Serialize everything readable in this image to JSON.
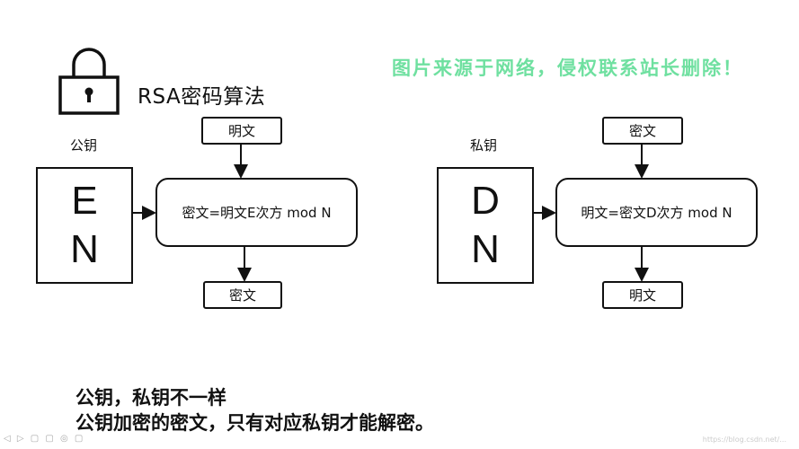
{
  "title": "RSA密码算法",
  "watermark": "图片来源于网络，侵权联系站长删除！",
  "left": {
    "label": "公钥",
    "letters": [
      "E",
      "N"
    ],
    "input": "明文",
    "formula": "密文=明文E次方 mod N",
    "output": "密文"
  },
  "right": {
    "label": "私钥",
    "letters": [
      "D",
      "N"
    ],
    "input": "密文",
    "formula": "明文=密文D次方 mod N",
    "output": "明文"
  },
  "caption": {
    "line1": "公钥，私钥不一样",
    "line2": "公钥加密的密文，只有对应私钥才能解密。"
  },
  "footer": {
    "icons": "◁ ▷ ▢ ▢ ◎ ▢",
    "url": "https://blog.csdn.net/..."
  }
}
